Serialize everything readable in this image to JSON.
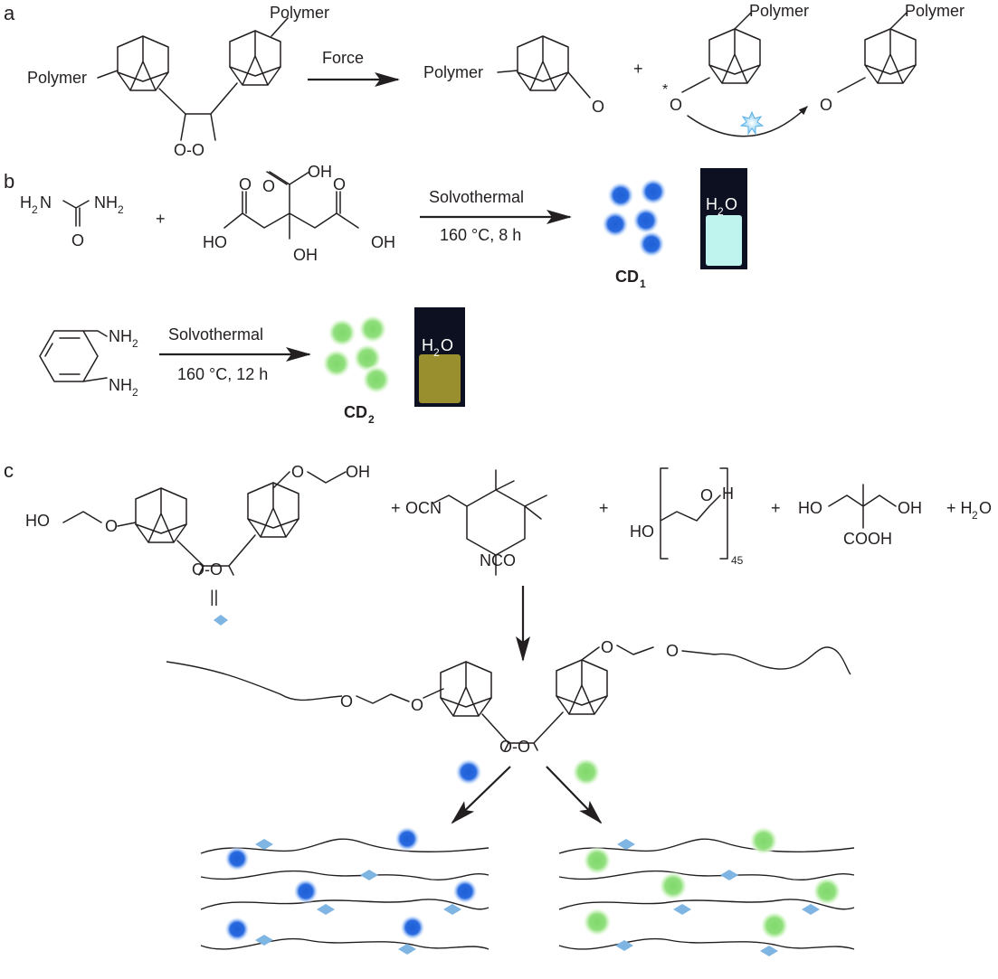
{
  "panels": {
    "a": "a",
    "b": "b",
    "c": "c"
  },
  "labels": {
    "polymer": "Polymer",
    "O": "O",
    "OO": "O-O",
    "plus": "+"
  },
  "reaction_a": {
    "condition": "Force",
    "excited_mark": "*"
  },
  "reaction_b1": {
    "urea_H2N": "H",
    "urea_H2N_sub": "2",
    "urea_H2N_N": "N",
    "urea_NH2": "NH",
    "urea_NH2_sub": "2",
    "citric_OH_top": "OH",
    "citric_HO_left": "HO",
    "citric_OH_right": "OH",
    "citric_OH_center": "OH",
    "condition_top": "Solvothermal",
    "condition_bottom": "160 °C, 8 h",
    "product": "CD",
    "product_sub": "1",
    "vial_H": "H",
    "vial_2": "2",
    "vial_O": "O"
  },
  "reaction_b2": {
    "amine_top": "NH",
    "amine_top_sub": "2",
    "amine_bottom": "NH",
    "amine_bottom_sub": "2",
    "condition_top": "Solvothermal",
    "condition_bottom": "160 °C, 12 h",
    "product": "CD",
    "product_sub": "2",
    "vial_H": "H",
    "vial_2": "2",
    "vial_O": "O"
  },
  "reaction_c": {
    "diol_OH": "OH",
    "diol_HO": "HO",
    "ipdi_OCN": "OCN",
    "ipdi_NCO": "NCO",
    "peg_HO": "HO",
    "peg_H": "H",
    "peg_n": "45",
    "dmpa_HO": "HO",
    "dmpa_OH": "OH",
    "dmpa_COOH": "COOH",
    "water": "+ H",
    "water_sub": "2",
    "water_O": "O",
    "equals": "||"
  },
  "colors": {
    "blue_dot": "#1f5fd6",
    "blue_glow": "#9dc0f5",
    "green_dot": "#7fd86a",
    "green_glow": "#d6f5cc",
    "diamond": "#7fb5e2",
    "vial_bg": "#0c1020",
    "vial1_fill": "#bff4ee",
    "vial2_fill": "#9a8f2e"
  }
}
